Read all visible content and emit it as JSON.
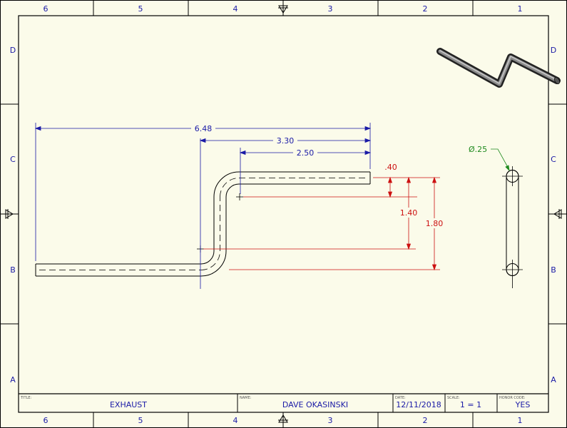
{
  "colors": {
    "paper": "#fbfbea",
    "border": "#000000",
    "dimension_blue": "#1a1aa6",
    "dimension_red": "#cc1111",
    "leader_green": "#1f8a1f"
  },
  "zones": {
    "columns": [
      "6",
      "5",
      "4",
      "3",
      "2",
      "1"
    ],
    "rows": [
      "D",
      "C",
      "B",
      "A"
    ]
  },
  "dimensions": {
    "overall_length": "6.48",
    "offset_to_bend": "3.30",
    "top_leg": "2.50",
    "top_offset": ".40",
    "center_to_center": "1.40",
    "total_height": "1.80",
    "diameter": "Ø.25"
  },
  "title_block": {
    "title_label": "TITLE:",
    "title_value": "EXHAUST",
    "name_label": "NAME:",
    "name_value": "DAVE OKASINSKI",
    "date_label": "DATE:",
    "date_value": "12/11/2018",
    "scale_label": "SCALE:",
    "scale_value": "1 = 1",
    "honor_label": "HONOR CODE:",
    "honor_value": "YES"
  }
}
